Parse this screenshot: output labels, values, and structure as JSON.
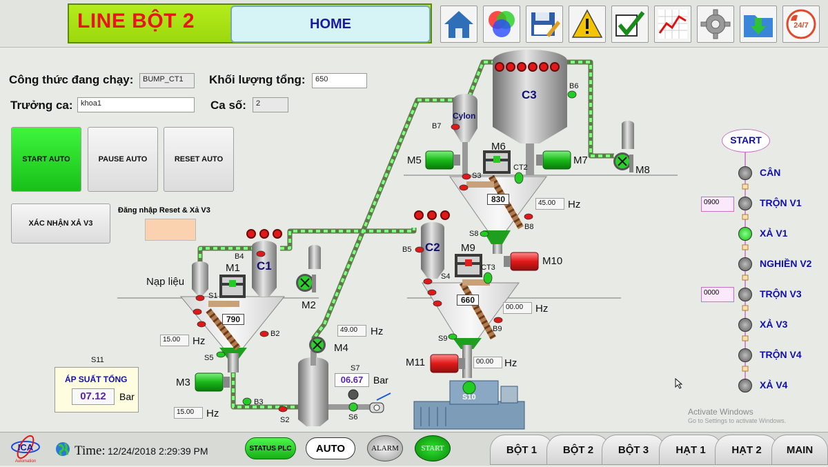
{
  "header": {
    "line_title": "LINE BỘT 2",
    "screen_title": "HOME",
    "icons": [
      "home-icon",
      "color-wheel-icon",
      "save-edit-icon",
      "warning-icon",
      "checkmark-icon",
      "trend-chart-icon",
      "gear-icon",
      "download-folder-icon",
      "support-24-7-icon"
    ],
    "support_text": "24/7"
  },
  "form": {
    "recipe_label": "Công thức đang chạy:",
    "recipe_value": "BUMP_CT1",
    "total_weight_label": "Khối lượng tổng:",
    "total_weight_value": "650",
    "shift_leader_label": "Trưởng ca:",
    "shift_leader_value": "khoa1",
    "shift_no_label": "Ca số:",
    "shift_no_value": "2"
  },
  "buttons": {
    "start_auto": "START AUTO",
    "pause_auto": "PAUSE AUTO",
    "reset_auto": "RESET AUTO",
    "confirm_v3": "XÁC NHẬN XẢ V3",
    "login_label": "Đăng nhập Reset & Xả V3"
  },
  "pressure": {
    "tag": "S11",
    "title": "ÁP SUẤT TỔNG",
    "value": "07.12",
    "unit": "Bar"
  },
  "process": {
    "feed_label": "Nạp liệu",
    "tanks": {
      "c1": "C1",
      "c2": "C2",
      "c3": "C3",
      "cylon": "Cylon"
    },
    "motors": {
      "m1": "M1",
      "m2": "M2",
      "m3": "M3",
      "m4": "M4",
      "m5": "M5",
      "m6": "M6",
      "m7": "M7",
      "m8": "M8",
      "m9": "M9",
      "m10": "M10",
      "m11": "M11"
    },
    "sensors": {
      "b2": "B2",
      "b3": "B3",
      "b4": "B4",
      "b5": "B5",
      "b6": "B6",
      "b7": "B7",
      "b8": "B8",
      "b9": "B9",
      "s1": "S1",
      "s2": "S2",
      "s3": "S3",
      "s4": "S4",
      "s5": "S5",
      "s6": "S6",
      "s7": "S7",
      "s8": "S8",
      "s9": "S9",
      "s10": "S10",
      "ct2": "CT2",
      "ct3": "CT3"
    },
    "mixer_values": {
      "v1": "790",
      "v2": "660",
      "v3": "830"
    },
    "hz_values": {
      "m3_a": "15.00",
      "m3_b": "15.00",
      "m4": "49.00",
      "m10": "45.00",
      "m9": "00.00",
      "m11": "00.00"
    },
    "hz_unit": "Hz",
    "s7_value": "06.67",
    "s7_unit": "Bar"
  },
  "sequence": {
    "start": "START",
    "steps": [
      "CÂN",
      "TRỘN V1",
      "XẢ V1",
      "NGHIỀN V2",
      "TRỘN V3",
      "XẢ V3",
      "TRỘN V4",
      "XẢ V4"
    ],
    "active_index": 2,
    "tron_v1_value": "0900",
    "tron_v3_value": "0000"
  },
  "watermark": {
    "line1": "Activate Windows",
    "line2": "Go to Settings to activate Windows."
  },
  "footer": {
    "logo_text": "ICA",
    "logo_sub": "Automation",
    "time_label": "Time:",
    "time_value": "12/24/2018 2:29:39 PM",
    "status_plc": "STATUS PLC",
    "auto": "AUTO",
    "alarm": "ALARM",
    "start": "START",
    "tabs": [
      "BỘT 1",
      "BỘT 2",
      "BỘT 3",
      "HẠT 1",
      "HẠT 2",
      "MAIN"
    ]
  },
  "colors": {
    "title_green": "#a6e214",
    "title_red": "#e8161a",
    "run_green": "#22cc22",
    "stop_red": "#e62020",
    "seq_blue": "#1010a8"
  }
}
